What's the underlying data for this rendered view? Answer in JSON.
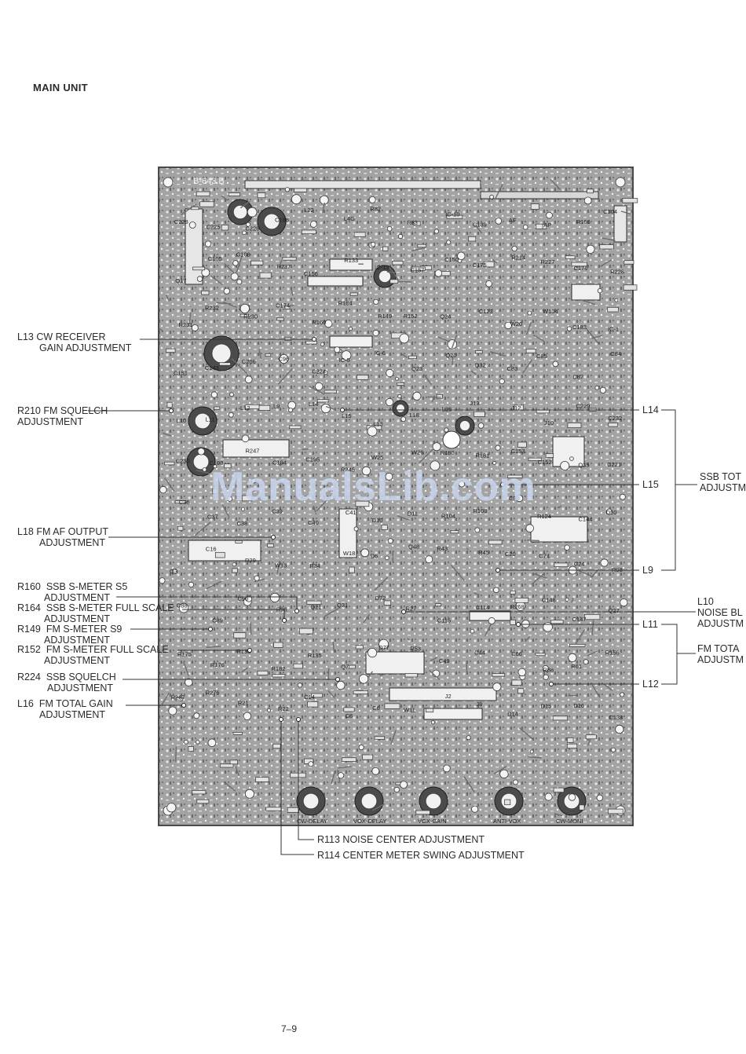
{
  "page": {
    "title": "MAIN UNIT",
    "page_number": "7–9",
    "watermark": "ManualsLib.com"
  },
  "board": {
    "id_label": "B-643 B",
    "silkscreen": [
      "C228",
      "C225",
      "C226",
      "C186",
      "L22",
      "L4G",
      "R82",
      "R83",
      "IC-10",
      "C139",
      "AF",
      "AP",
      "R166",
      "C104",
      "Q17",
      "C105",
      "C106",
      "R237",
      "C156",
      "R133",
      "IC-13",
      "C157",
      "C150",
      "C175",
      "R214",
      "R227",
      "C176",
      "R228",
      "R231",
      "R232",
      "R230",
      "C174",
      "R160",
      "R164",
      "R149",
      "R152",
      "Q24",
      "C123",
      "W20",
      "W104",
      "C183",
      "IC-1",
      "C151",
      "C143",
      "C206",
      "C96",
      "C224",
      "IC-5",
      "IC-6",
      "Q23",
      "Q20",
      "Q32",
      "C83",
      "C85",
      "C87",
      "C84",
      "L10",
      "L11",
      "L12",
      "L9",
      "L14",
      "L15",
      "L13",
      "L18",
      "L16",
      "J13",
      "J12",
      "J10",
      "C229",
      "C232",
      "C230",
      "C198",
      "R247",
      "C194",
      "C195",
      "R245",
      "W25",
      "W26",
      "R180",
      "R181",
      "C153",
      "C152",
      "Q35",
      "C221",
      "C36",
      "C37",
      "C38",
      "C39",
      "C40",
      "C41",
      "D10",
      "D11",
      "R104",
      "R108",
      "C94",
      "R124",
      "C144",
      "D50",
      "Q3",
      "C16",
      "R29",
      "W13",
      "R34",
      "W18",
      "D6",
      "Q48",
      "R43",
      "R45",
      "C20",
      "C74",
      "C24",
      "R98",
      "C88",
      "C89",
      "C90",
      "R96",
      "Q21",
      "Q31",
      "D72",
      "R27",
      "C115",
      "C114",
      "R268",
      "C148",
      "C147",
      "Q27",
      "R175",
      "R176",
      "R183",
      "R182",
      "R185",
      "Q7",
      "D77",
      "R53",
      "C49",
      "C44",
      "C66",
      "R88",
      "R61",
      "R156",
      "R267",
      "R276",
      "R21",
      "R22",
      "C14",
      "C8",
      "C6",
      "W11",
      "J2",
      "J8",
      "D14",
      "D15",
      "D16",
      "C133"
    ],
    "pots": [
      "R113",
      "R114",
      "CW-DELAY",
      "VOX-DELAY",
      "VOX-GAIN",
      "ANTI-VOX",
      "CW-MONI"
    ]
  },
  "callouts": {
    "l13": {
      "ref": "L13",
      "lines": [
        "CW RECEIVER",
        "GAIN ADJUSTMENT"
      ]
    },
    "r210": {
      "ref": "R210",
      "lines": [
        "FM SQUELCH",
        "ADJUSTMENT"
      ]
    },
    "l18": {
      "ref": "L18",
      "lines": [
        "FM AF OUTPUT",
        "ADJUSTMENT"
      ]
    },
    "r160": {
      "ref": "R160",
      "lines": [
        "SSB S-METER S5",
        "ADJUSTMENT"
      ]
    },
    "r164": {
      "ref": "R164",
      "lines": [
        "SSB S-METER FULL SCALE",
        "ADJUSTMENT"
      ]
    },
    "r149": {
      "ref": "R149",
      "lines": [
        "FM S-METER S9",
        "ADJUSTMENT"
      ]
    },
    "r152": {
      "ref": "R152",
      "lines": [
        "FM S-METER FULL SCALE",
        "ADJUSTMENT"
      ]
    },
    "r224": {
      "ref": "R224",
      "lines": [
        "SSB SQUELCH",
        "ADJUSTMENT"
      ]
    },
    "l16": {
      "ref": "L16",
      "lines": [
        "FM TOTAL GAIN",
        "ADJUSTMENT"
      ]
    },
    "l14": {
      "ref": "L14"
    },
    "l15": {
      "ref": "L15"
    },
    "l9": {
      "ref": "L9"
    },
    "ssb_total": {
      "lines": [
        "SSB TOT",
        "ADJUSTM"
      ]
    },
    "l10": {
      "lines": [
        "L10",
        "NOISE BL",
        "ADJUSTM"
      ]
    },
    "l11": {
      "ref": "L11"
    },
    "l12": {
      "ref": "L12"
    },
    "fm_total": {
      "lines": [
        "FM TOTA",
        "ADJUSTM"
      ]
    },
    "r113": {
      "text": "R113 NOISE CENTER ADJUSTMENT"
    },
    "r114": {
      "text": "R114 CENTER METER SWING ADJUSTMENT"
    }
  }
}
